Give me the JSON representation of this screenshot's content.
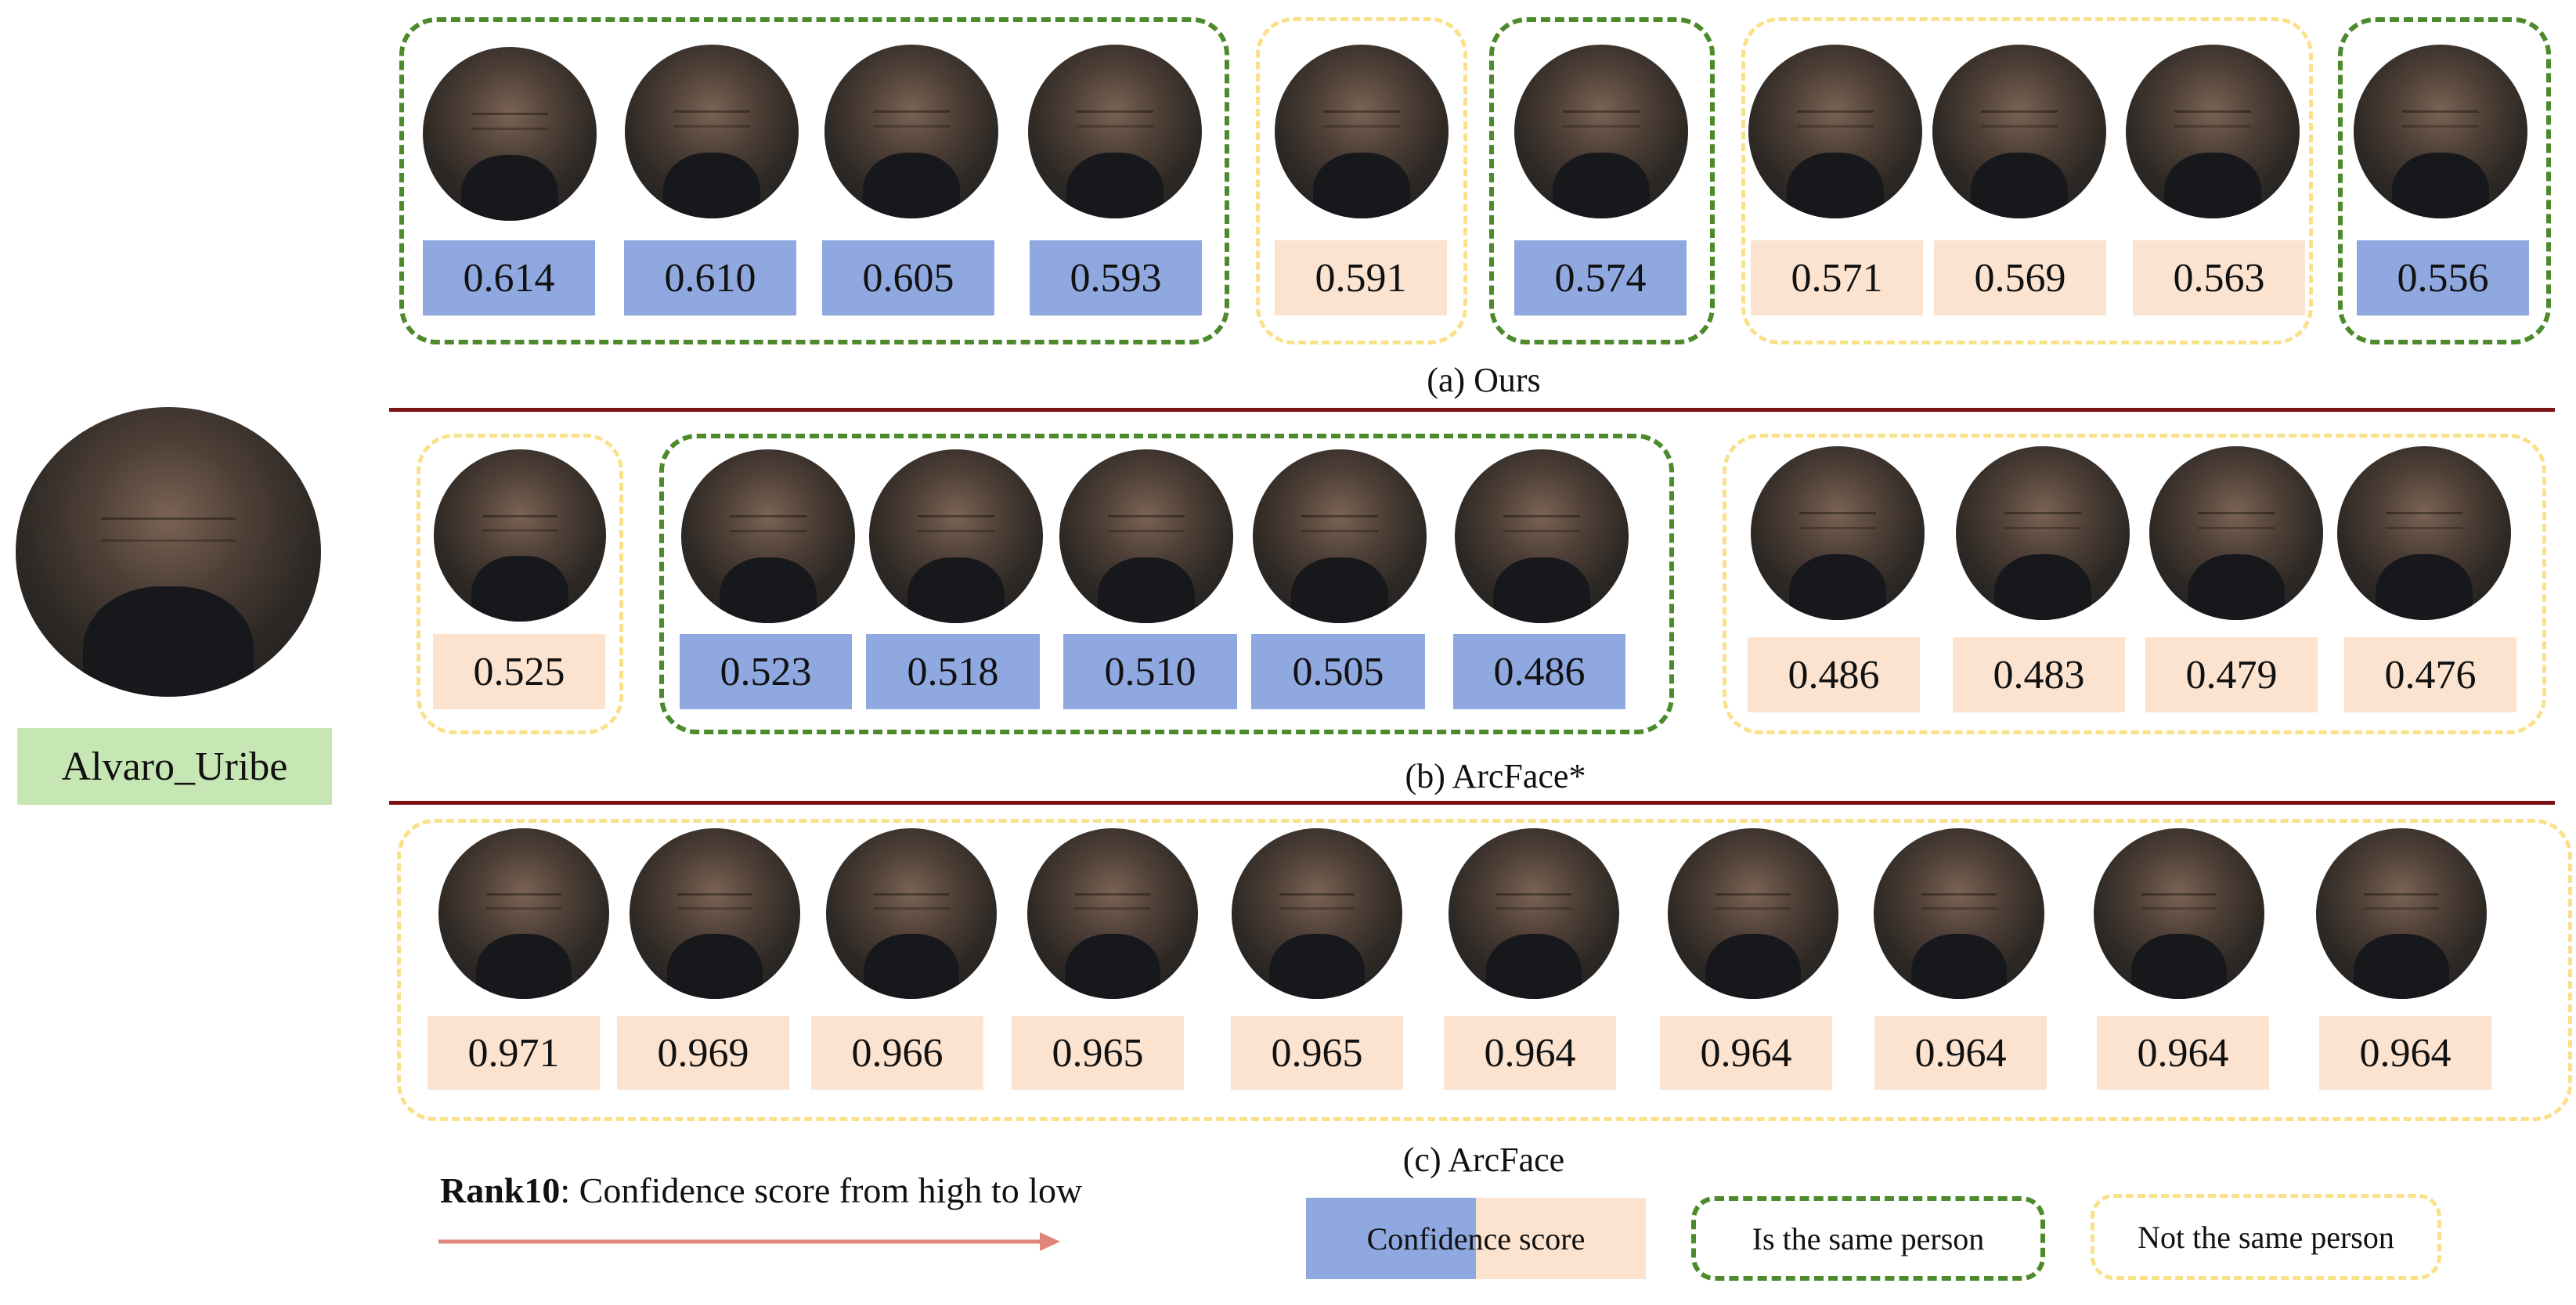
{
  "query": {
    "name": "Alvaro_Uribe"
  },
  "rows": [
    {
      "caption": "(a) Ours",
      "scores": [
        {
          "v": "0.614",
          "same": true
        },
        {
          "v": "0.610",
          "same": true
        },
        {
          "v": "0.605",
          "same": true
        },
        {
          "v": "0.593",
          "same": true
        },
        {
          "v": "0.591",
          "same": false
        },
        {
          "v": "0.574",
          "same": true
        },
        {
          "v": "0.571",
          "same": false
        },
        {
          "v": "0.569",
          "same": false
        },
        {
          "v": "0.563",
          "same": false
        },
        {
          "v": "0.556",
          "same": true
        }
      ]
    },
    {
      "caption": "(b) ArcFace*",
      "scores": [
        {
          "v": "0.525",
          "same": false
        },
        {
          "v": "0.523",
          "same": true
        },
        {
          "v": "0.518",
          "same": true
        },
        {
          "v": "0.510",
          "same": true
        },
        {
          "v": "0.505",
          "same": true
        },
        {
          "v": "0.486",
          "same": true
        },
        {
          "v": "0.486",
          "same": false
        },
        {
          "v": "0.483",
          "same": false
        },
        {
          "v": "0.479",
          "same": false
        },
        {
          "v": "0.476",
          "same": false
        }
      ]
    },
    {
      "caption": "(c) ArcFace",
      "scores": [
        {
          "v": "0.971",
          "same": false
        },
        {
          "v": "0.969",
          "same": false
        },
        {
          "v": "0.966",
          "same": false
        },
        {
          "v": "0.965",
          "same": false
        },
        {
          "v": "0.965",
          "same": false
        },
        {
          "v": "0.964",
          "same": false
        },
        {
          "v": "0.964",
          "same": false
        },
        {
          "v": "0.964",
          "same": false
        },
        {
          "v": "0.964",
          "same": false
        },
        {
          "v": "0.964",
          "same": false
        }
      ]
    }
  ],
  "legend": {
    "rank_bold": "Rank10",
    "rank_text": ": Confidence score from high to low",
    "confidence": "Confidence score",
    "same": "Is the same person",
    "not_same": "Not the same person"
  },
  "colors": {
    "same_score": "#90a8e0",
    "diff_score": "#fbe3d0",
    "same_border": "#4c8a2c",
    "diff_border": "#fbe08a",
    "query_label": "#c6e7b4",
    "divider": "#7a1214",
    "arrow": "#e0857a"
  }
}
